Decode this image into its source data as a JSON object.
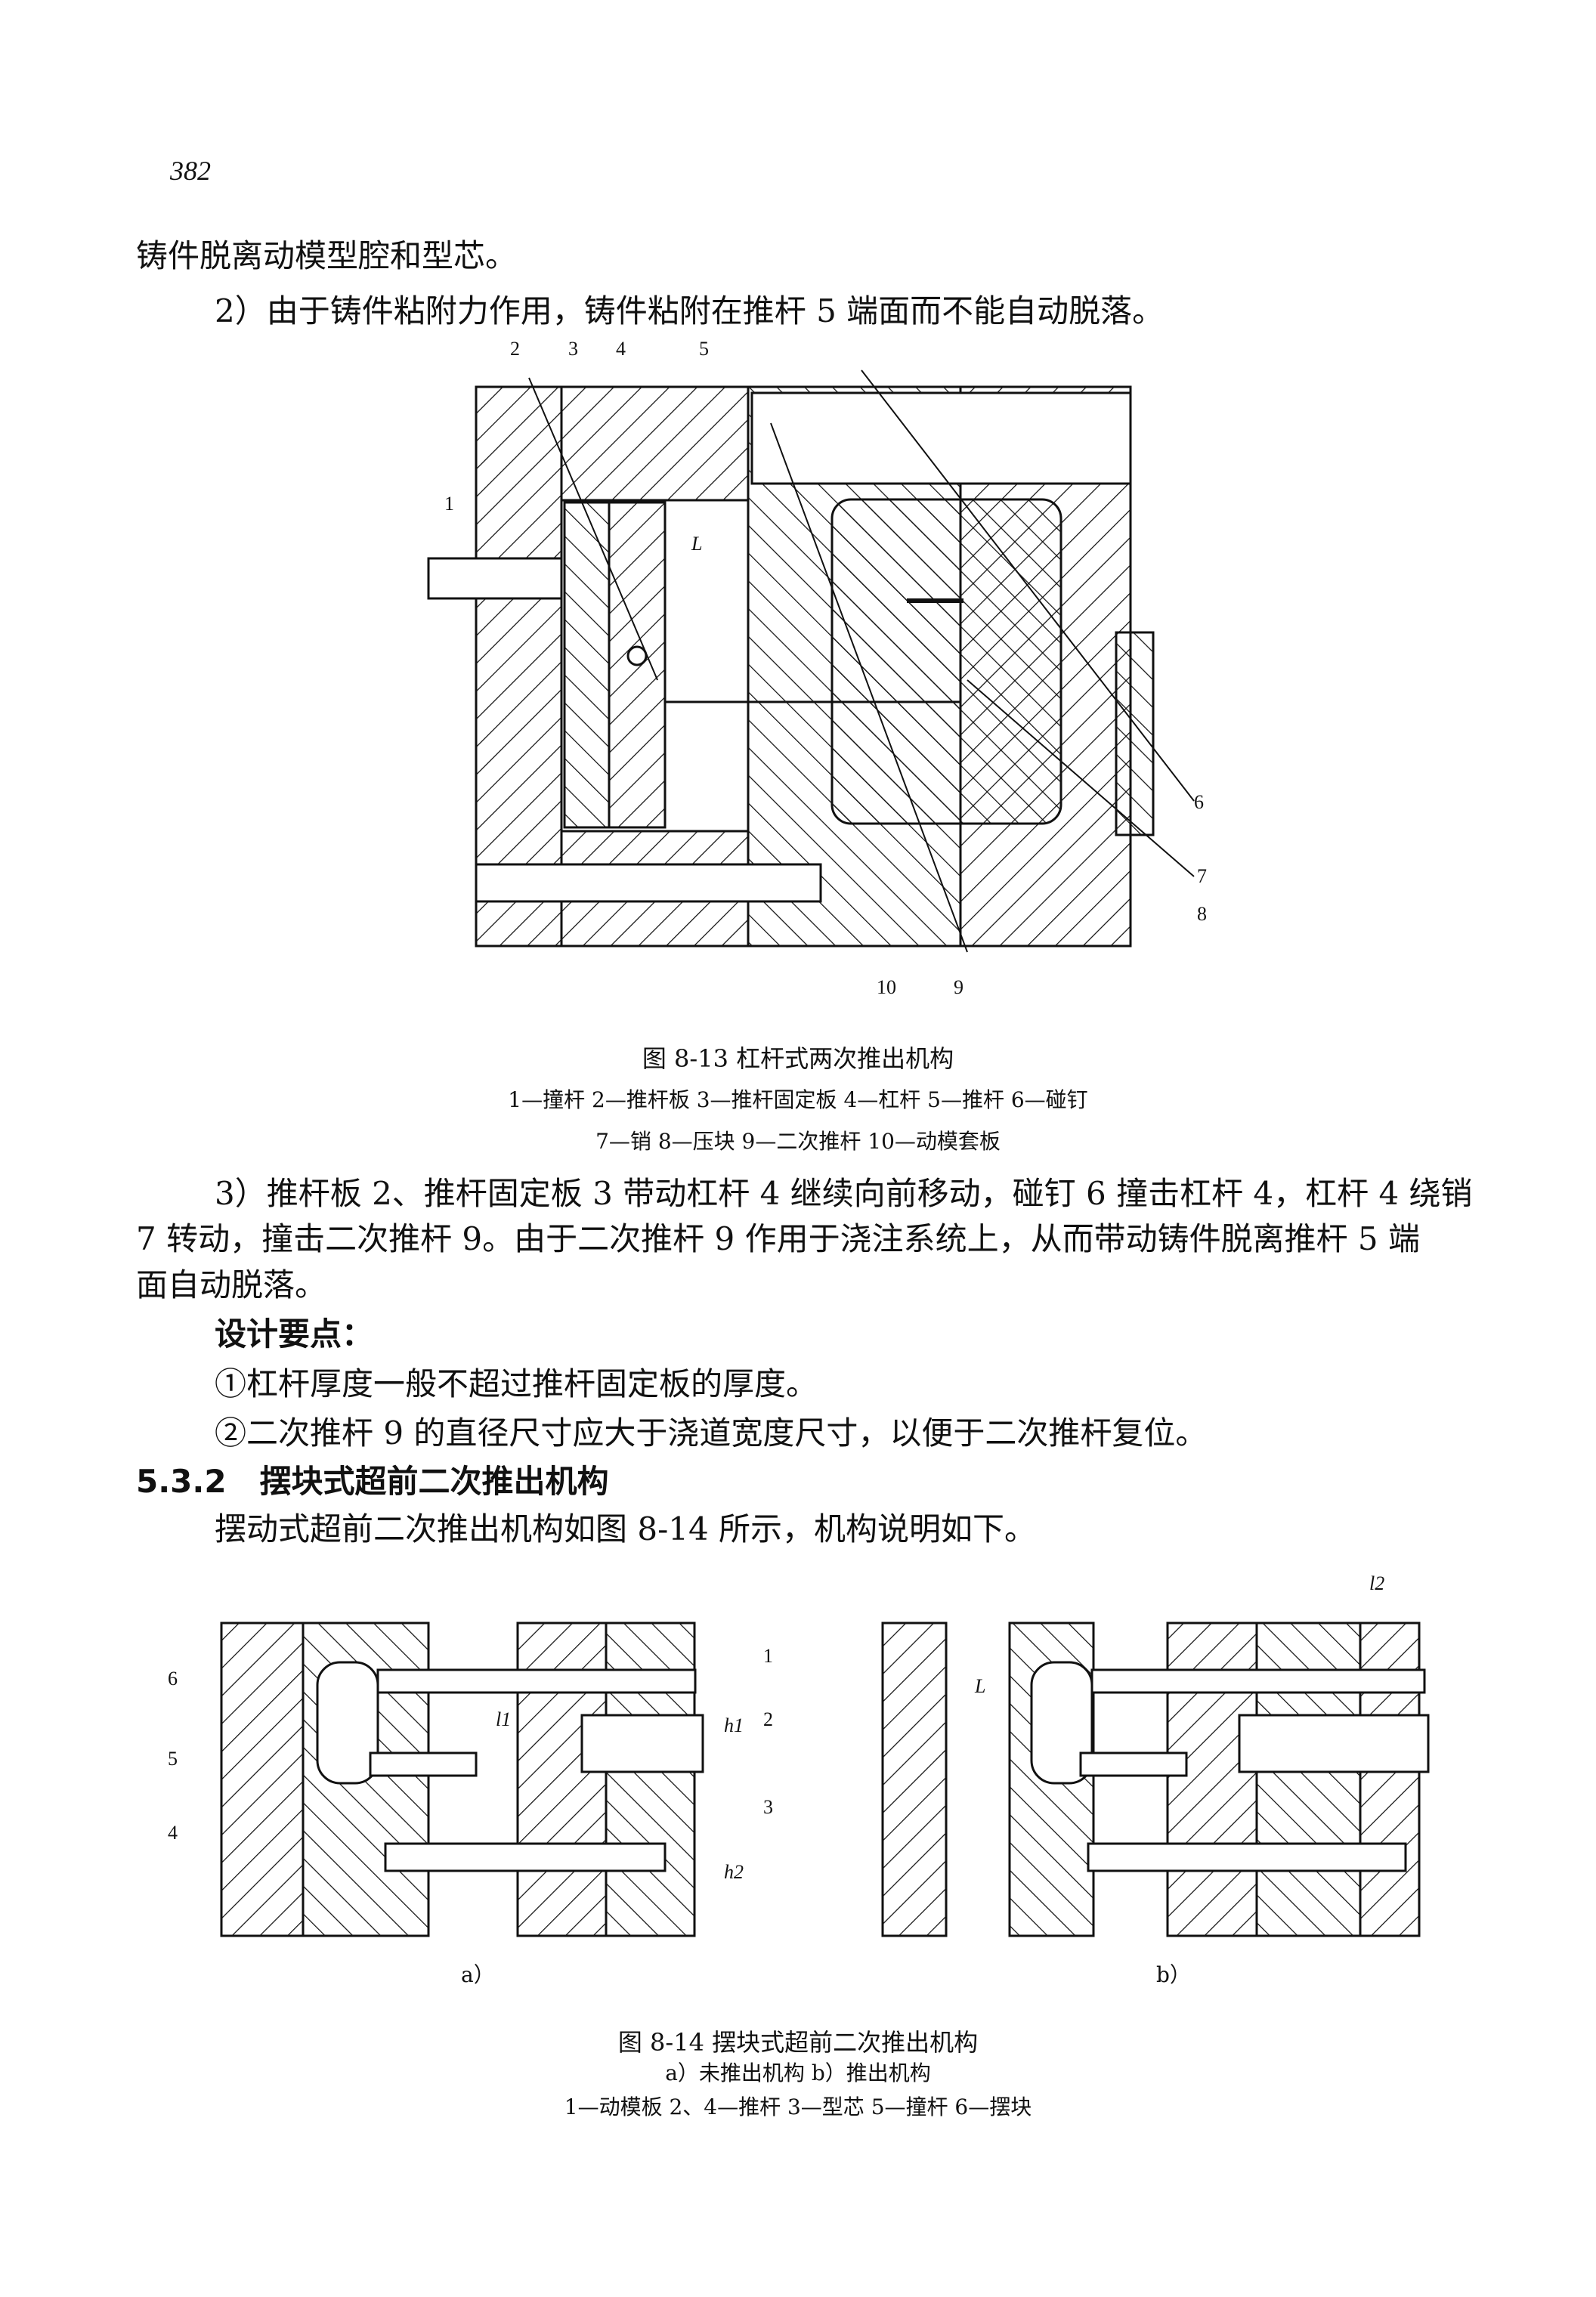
{
  "page_number": "382",
  "paragraphs": {
    "p1": "铸件脱离动模型腔和型芯。",
    "p2": "2）由于铸件粘附力作用，铸件粘附在推杆 5 端面而不能自动脱落。",
    "p3_l1": "3）推杆板 2、推杆固定板 3 带动杠杆 4 继续向前移动，碰钉 6 撞击杠杆 4，杠杆 4 绕销",
    "p3_l2": "7 转动，撞击二次推杆 9。由于二次推杆 9 作用于浇注系统上，从而带动铸件脱离推杆 5 端",
    "p3_l3": "面自动脱落。",
    "design_title": "设计要点：",
    "point1": "①杠杆厚度一般不超过推杆固定板的厚度。",
    "point2": "②二次推杆 9 的直径尺寸应大于浇道宽度尺寸，以便于二次推杆复位。",
    "section_heading": "5.3.2   摆块式超前二次推出机构",
    "p4": "摆动式超前二次推出机构如图 8-14 所示，机构说明如下。"
  },
  "figure1": {
    "caption": "图 8-13   杠杆式两次推出机构",
    "items_line1": "1—撞杆   2—推杆板   3—推杆固定板   4—杠杆   5—推杆   6—碰钉",
    "items_line2": "7—销   8—压块   9—二次推杆   10—动模套板",
    "labels": {
      "n1": "1",
      "n2": "2",
      "n3": "3",
      "n4": "4",
      "n5": "5",
      "n6": "6",
      "n7": "7",
      "n8": "8",
      "n9": "9",
      "n10": "10",
      "L": "L"
    }
  },
  "figure2": {
    "caption": "图 8-14   摆块式超前二次推出机构",
    "subcaption": "a）未推出机构   b）推出机构",
    "items": "1—动模板   2、4—推杆   3—型芯   5—撞杆   6—摆块",
    "sub_a": "a）",
    "sub_b": "b）",
    "labels_a": {
      "n1": "1",
      "n2": "2",
      "n3": "3",
      "n4": "4",
      "n5": "5",
      "n6": "6",
      "l1": "l1",
      "h1": "h1",
      "h2": "h2"
    },
    "labels_b": {
      "L": "L",
      "l2": "l2"
    }
  }
}
